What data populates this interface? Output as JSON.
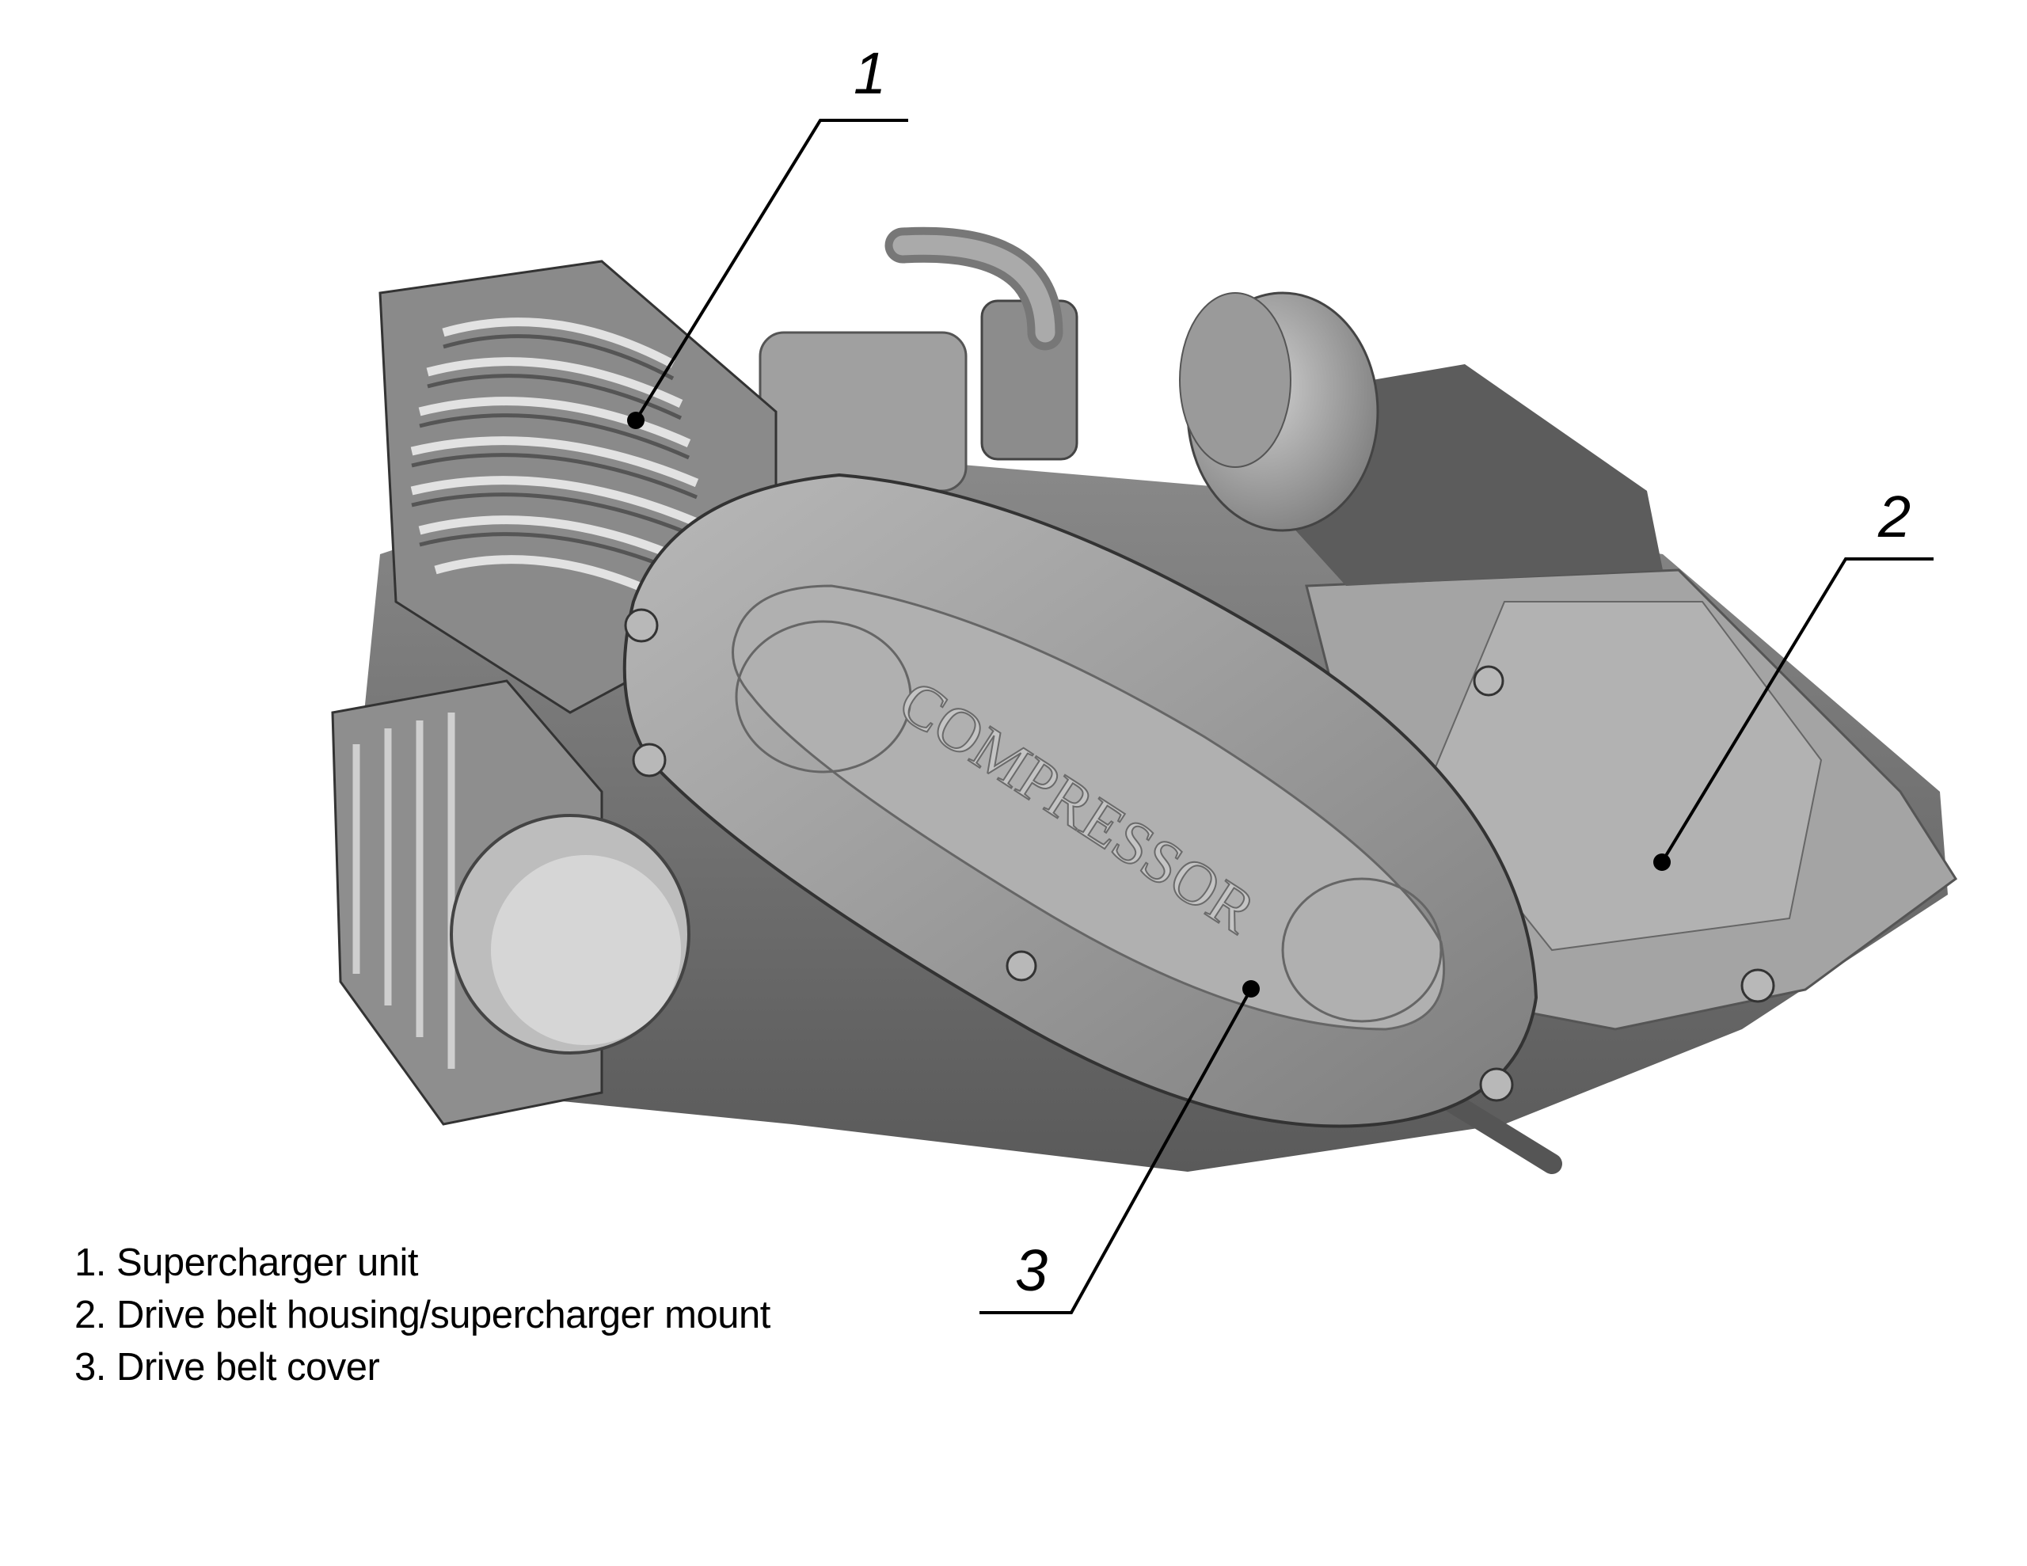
{
  "callouts": [
    {
      "number": "1",
      "target": "Supercharger unit"
    },
    {
      "number": "2",
      "target": "Drive belt housing/supercharger mount"
    },
    {
      "number": "3",
      "target": "Drive belt cover"
    }
  ],
  "cover_embossing": "COMPRESSOR",
  "legend": [
    "1. Supercharger unit",
    "2. Drive belt housing/supercharger mount",
    "3. Drive belt cover"
  ],
  "colors": {
    "line": "#000000",
    "body": "#9a9a9a",
    "dark": "#4a4a4a",
    "light": "#c8c8c8"
  }
}
